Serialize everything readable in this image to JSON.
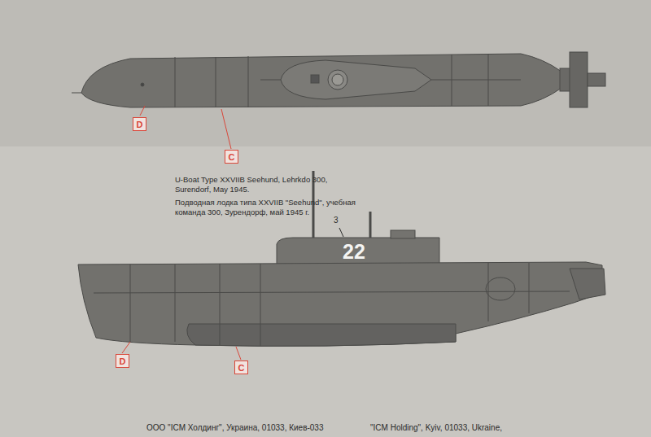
{
  "diagram": {
    "nodes": [
      {
        "text": [
          "D"
        ]
      },
      {
        "text": [
          "C"
        ]
      },
      {
        "text": [
          "D"
        ]
      },
      {
        "text": [
          "C"
        ]
      }
    ],
    "labels": [
      "U-Boat Type XXVIIB Seehund, Lehrkdo 300, Surendorf, May 1945.",
      "Подводная лодка типа XXVIIB \"Seehund\", учебная команда 300, Зурендорф, май 1945 г.",
      "3",
      "22",
      "ООО \"ICM Холдинг\", Украина, 01033, Киев-033",
      "\"ICM Holding\", Kyiv, 01033, Ukraine,"
    ]
  }
}
